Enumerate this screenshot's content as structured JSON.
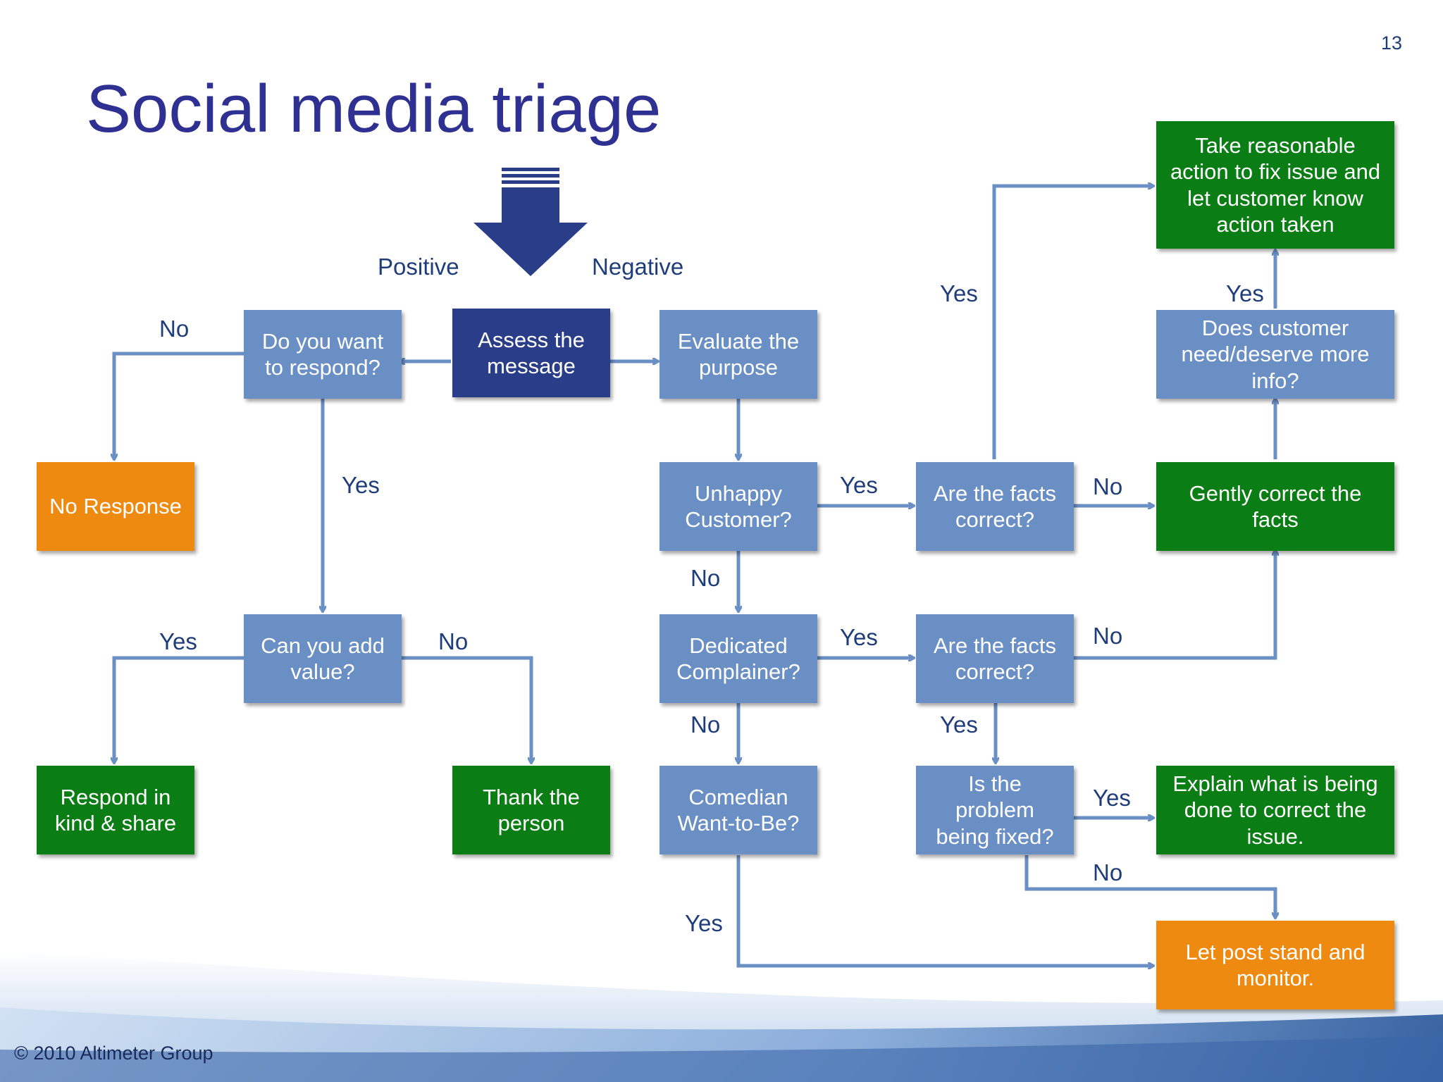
{
  "slide": {
    "number": "13",
    "title": "Social media triage",
    "copyright": "© 2010 Altimeter Group"
  },
  "colors": {
    "title": "#2e3192",
    "question_box": "#6a8fc5",
    "start_box": "#2a3d88",
    "action_box": "#0a7d14",
    "passive_box": "#ee8a10",
    "connector": "#6a8fc5",
    "entry_arrow": "#2a3d88"
  },
  "nodes": {
    "assess": "Assess the message",
    "want_respond": "Do you want to respond?",
    "evaluate": "Evaluate the purpose",
    "no_response": "No Response",
    "add_value": "Can you add value?",
    "respond_share": "Respond in kind & share",
    "thank": "Thank the person",
    "unhappy": "Unhappy Customer?",
    "dedicated": "Dedicated Complainer?",
    "comedian": "Comedian Want-to-Be?",
    "facts_correct_1": "Are the facts correct?",
    "facts_correct_2": "Are the facts correct?",
    "being_fixed": "Is the problem being fixed?",
    "gently_correct": "Gently correct the facts",
    "need_more_info": "Does customer need/deserve more info?",
    "take_action": "Take reasonable action to fix issue and let customer know action taken",
    "explain": "Explain what is being done to correct the issue.",
    "let_stand": "Let post stand and monitor."
  },
  "labels": {
    "positive": "Positive",
    "negative": "Negative",
    "no_respond": "No",
    "yes_respond": "Yes",
    "yes_value": "Yes",
    "no_value": "No",
    "yes_unhappy": "Yes",
    "no_unhappy": "No",
    "yes_dedicated": "Yes",
    "no_dedicated": "No",
    "yes_comedian": "Yes",
    "no_facts1": "No",
    "yes_facts1": "Yes",
    "yes_more_info": "Yes",
    "no_facts2": "No",
    "yes_facts2": "Yes",
    "yes_fixed": "Yes",
    "no_fixed": "No"
  }
}
